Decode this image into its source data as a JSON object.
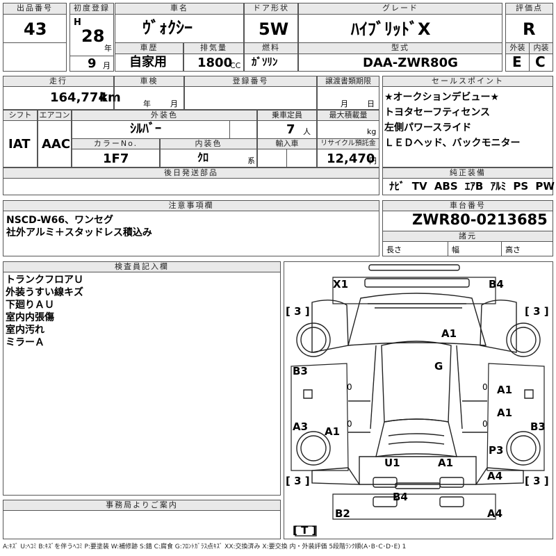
{
  "header": {
    "lot_no_label": "出品番号",
    "lot_no": "43",
    "first_reg_label": "初度登録",
    "era": "H",
    "year": "28",
    "year_unit": "年",
    "month": "9",
    "month_unit": "月",
    "car_name_label": "車名",
    "car_name": "ｳﾞｫｸｼｰ",
    "door_label": "ドア形状",
    "door": "5W",
    "grade_label": "グレード",
    "grade": "ﾊｲﾌﾞﾘｯﾄﾞX",
    "score_label": "評価点",
    "score": "R",
    "history_label": "車歴",
    "history": "自家用",
    "displacement_label": "排気量",
    "displacement": "1800",
    "displacement_unit": "CC",
    "fuel_label": "燃料",
    "fuel": "ｶﾞｿﾘﾝ",
    "model_label": "型式",
    "model": "DAA-ZWR80G",
    "exterior_label": "外装",
    "exterior": "E",
    "interior_label": "内装",
    "interior": "C"
  },
  "info": {
    "mileage_label": "走行",
    "mileage": "164,774",
    "mileage_unit": "km",
    "inspection_label": "車検",
    "inspection_year_unit": "年",
    "inspection_month_unit": "月",
    "reg_no_label": "登録番号",
    "transfer_label": "譲渡書類期限",
    "transfer_month_unit": "月",
    "transfer_day_unit": "日",
    "shift_label": "シフト",
    "shift": "IAT",
    "ac_label": "エアコン",
    "ac": "AAC",
    "ext_color_label": "外装色",
    "ext_color": "ｼﾙﾊﾞｰ",
    "capacity_label": "乗車定員",
    "capacity": "7",
    "capacity_unit": "人",
    "max_load_label": "最大積載量",
    "max_load_unit": "kg",
    "color_no_label": "カラーNo.",
    "color_no": "1F7",
    "int_color_label": "内装色",
    "int_color": "ｸﾛ",
    "int_color_unit": "系",
    "import_label": "輸入車",
    "recycle_label": "リサイクル預託金",
    "recycle": "12,470",
    "recycle_unit": "円",
    "later_parts_label": "後日発送部品"
  },
  "sales_points": {
    "label": "セールスポイント",
    "items": [
      "★オークションデビュー★",
      "トヨタセーフティセンス",
      "左側パワースライド",
      "ＬＥＤヘッド、バックモニター"
    ]
  },
  "equipment": {
    "label": "純正装備",
    "items": [
      "ﾅﾋﾞ",
      "TV",
      "ABS",
      "ｴｱB",
      "ｱﾙﾐ",
      "PS",
      "PW"
    ]
  },
  "notes": {
    "label": "注意事項欄",
    "lines": [
      "NSCD-W66、ワンセグ",
      "社外アルミ＋スタッドレス積込み"
    ]
  },
  "chassis": {
    "label": "車台番号",
    "number": "ZWR80-0213685",
    "specs_label": "諸元",
    "length_label": "長さ",
    "width_label": "幅",
    "height_label": "高さ"
  },
  "inspector": {
    "label": "検査員記入欄",
    "lines": [
      "トランクフロアＵ",
      "外装うすい線キズ",
      "下廻りＡＵ",
      "室内内張傷",
      "室内汚れ",
      "ミラーＡ"
    ]
  },
  "office": {
    "label": "事務局よりご案内"
  },
  "diagram": {
    "labels": [
      "X1",
      "B4",
      "A1",
      "G",
      "B3",
      "A1",
      "A1",
      "A3",
      "A1",
      "B3",
      "P3",
      "U1",
      "A1",
      "A4",
      "B4",
      "B2",
      "A4"
    ],
    "zeros": [
      "0",
      "0",
      "0",
      "0"
    ],
    "brackets": [
      "[ 3 ]",
      "[ 3 ]",
      "[ 3 ]",
      "[ 3 ]",
      "[ T ]"
    ]
  },
  "legend": "A:ｷｽﾞ U:ﾍｺﾐ B:ｷｽﾞを伴うﾍｺﾐ P:要塗装 W:補修跡 S:錆 C:腐食 G:ﾌﾛﾝﾄｶﾞﾗｽ点ｷｽﾞ XX:交換済み X:要交換 内・外装評価 5段階ﾗﾝｸ順(A･B･C･D･E) 1"
}
